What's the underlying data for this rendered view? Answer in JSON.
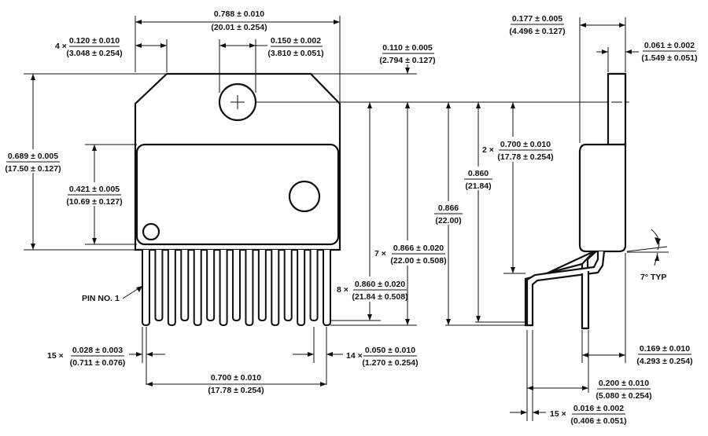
{
  "dims": {
    "overall_width": {
      "in": "0.788 ± 0.010",
      "mm": "(20.01 ± 0.254)"
    },
    "corner_chamfer": {
      "prefix": "4 ×",
      "in": "0.120 ± 0.010",
      "mm": "(3.048 ± 0.254)"
    },
    "hole_radius": {
      "in": "0.150 ± 0.002",
      "mm": "(3.810 ± 0.051)"
    },
    "hole_offset": {
      "in": "0.110 ± 0.005",
      "mm": "(2.794 ± 0.127)"
    },
    "body_height": {
      "in": "0.689 ± 0.005",
      "mm": "(17.50 ± 0.127)"
    },
    "tab_height": {
      "in": "0.421 ± 0.005",
      "mm": "(10.69 ± 0.127)"
    },
    "pin_row_a": {
      "prefix": "7 ×",
      "in": "0.866 ± 0.020",
      "mm": "(22.00 ± 0.508)"
    },
    "pin_row_b": {
      "prefix": "8 ×",
      "in": "0.860 ± 0.020",
      "mm": "(21.84 ± 0.508)"
    },
    "side_866": {
      "in": "0.866",
      "mm": "(22.00)"
    },
    "side_860": {
      "in": "0.860",
      "mm": "(21.84)"
    },
    "side_700": {
      "prefix": "2 ×",
      "in": "0.700 ± 0.010",
      "mm": "(17.78 ± 0.254)"
    },
    "top_thickness": {
      "in": "0.177 ± 0.005",
      "mm": "(4.496 ± 0.127)"
    },
    "tab_thickness": {
      "in": "0.061 ± 0.002",
      "mm": "(1.549 ± 0.051)"
    },
    "pin_width": {
      "prefix": "15 ×",
      "in": "0.028 ± 0.003",
      "mm": "(0.711 ± 0.076)"
    },
    "pin_pitch": {
      "prefix": "14 ×",
      "in": "0.050 ± 0.010",
      "mm": "(1.270 ± 0.254)"
    },
    "pin_span": {
      "in": "0.700 ± 0.010",
      "mm": "(17.78 ± 0.254)"
    },
    "lead_offset": {
      "in": "0.169 ± 0.010",
      "mm": "(4.293 ± 0.254)"
    },
    "lead_spread": {
      "in": "0.200 ± 0.010",
      "mm": "(5.080 ± 0.254)"
    },
    "lead_thickness": {
      "prefix": "15 ×",
      "in": "0.016 ± 0.002",
      "mm": "(0.406 ± 0.051)"
    }
  },
  "labels": {
    "pin1": "PIN NO. 1",
    "angle": "7° TYP"
  }
}
